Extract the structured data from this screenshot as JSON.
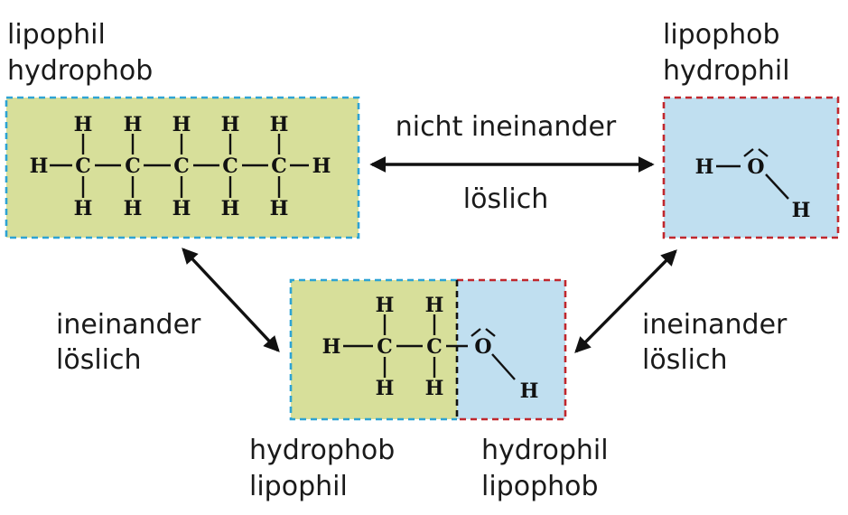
{
  "labels": {
    "top_left_line1": "lipophil",
    "top_left_line2": "hydrophob",
    "top_right_line1": "lipophob",
    "top_right_line2": "hydrophil",
    "middle_top": "nicht ineinander",
    "middle_bottom": "löslich",
    "left_line1": "ineinander",
    "left_line2": "löslich",
    "right_line1": "ineinander",
    "right_line2": "löslich",
    "bottom_left_line1": "hydrophob",
    "bottom_left_line2": "lipophil",
    "bottom_right_line1": "hydrophil",
    "bottom_right_line2": "lipophob"
  },
  "atoms": {
    "hydrogen": "H",
    "carbon": "C",
    "oxygen": "O"
  },
  "colors": {
    "green_fill": "#d7df9a",
    "blue_fill": "#c0dff0",
    "cyan_border": "#2ea3d3",
    "red_border": "#c0272d",
    "black_divider": "#111111",
    "ink": "#111111"
  }
}
